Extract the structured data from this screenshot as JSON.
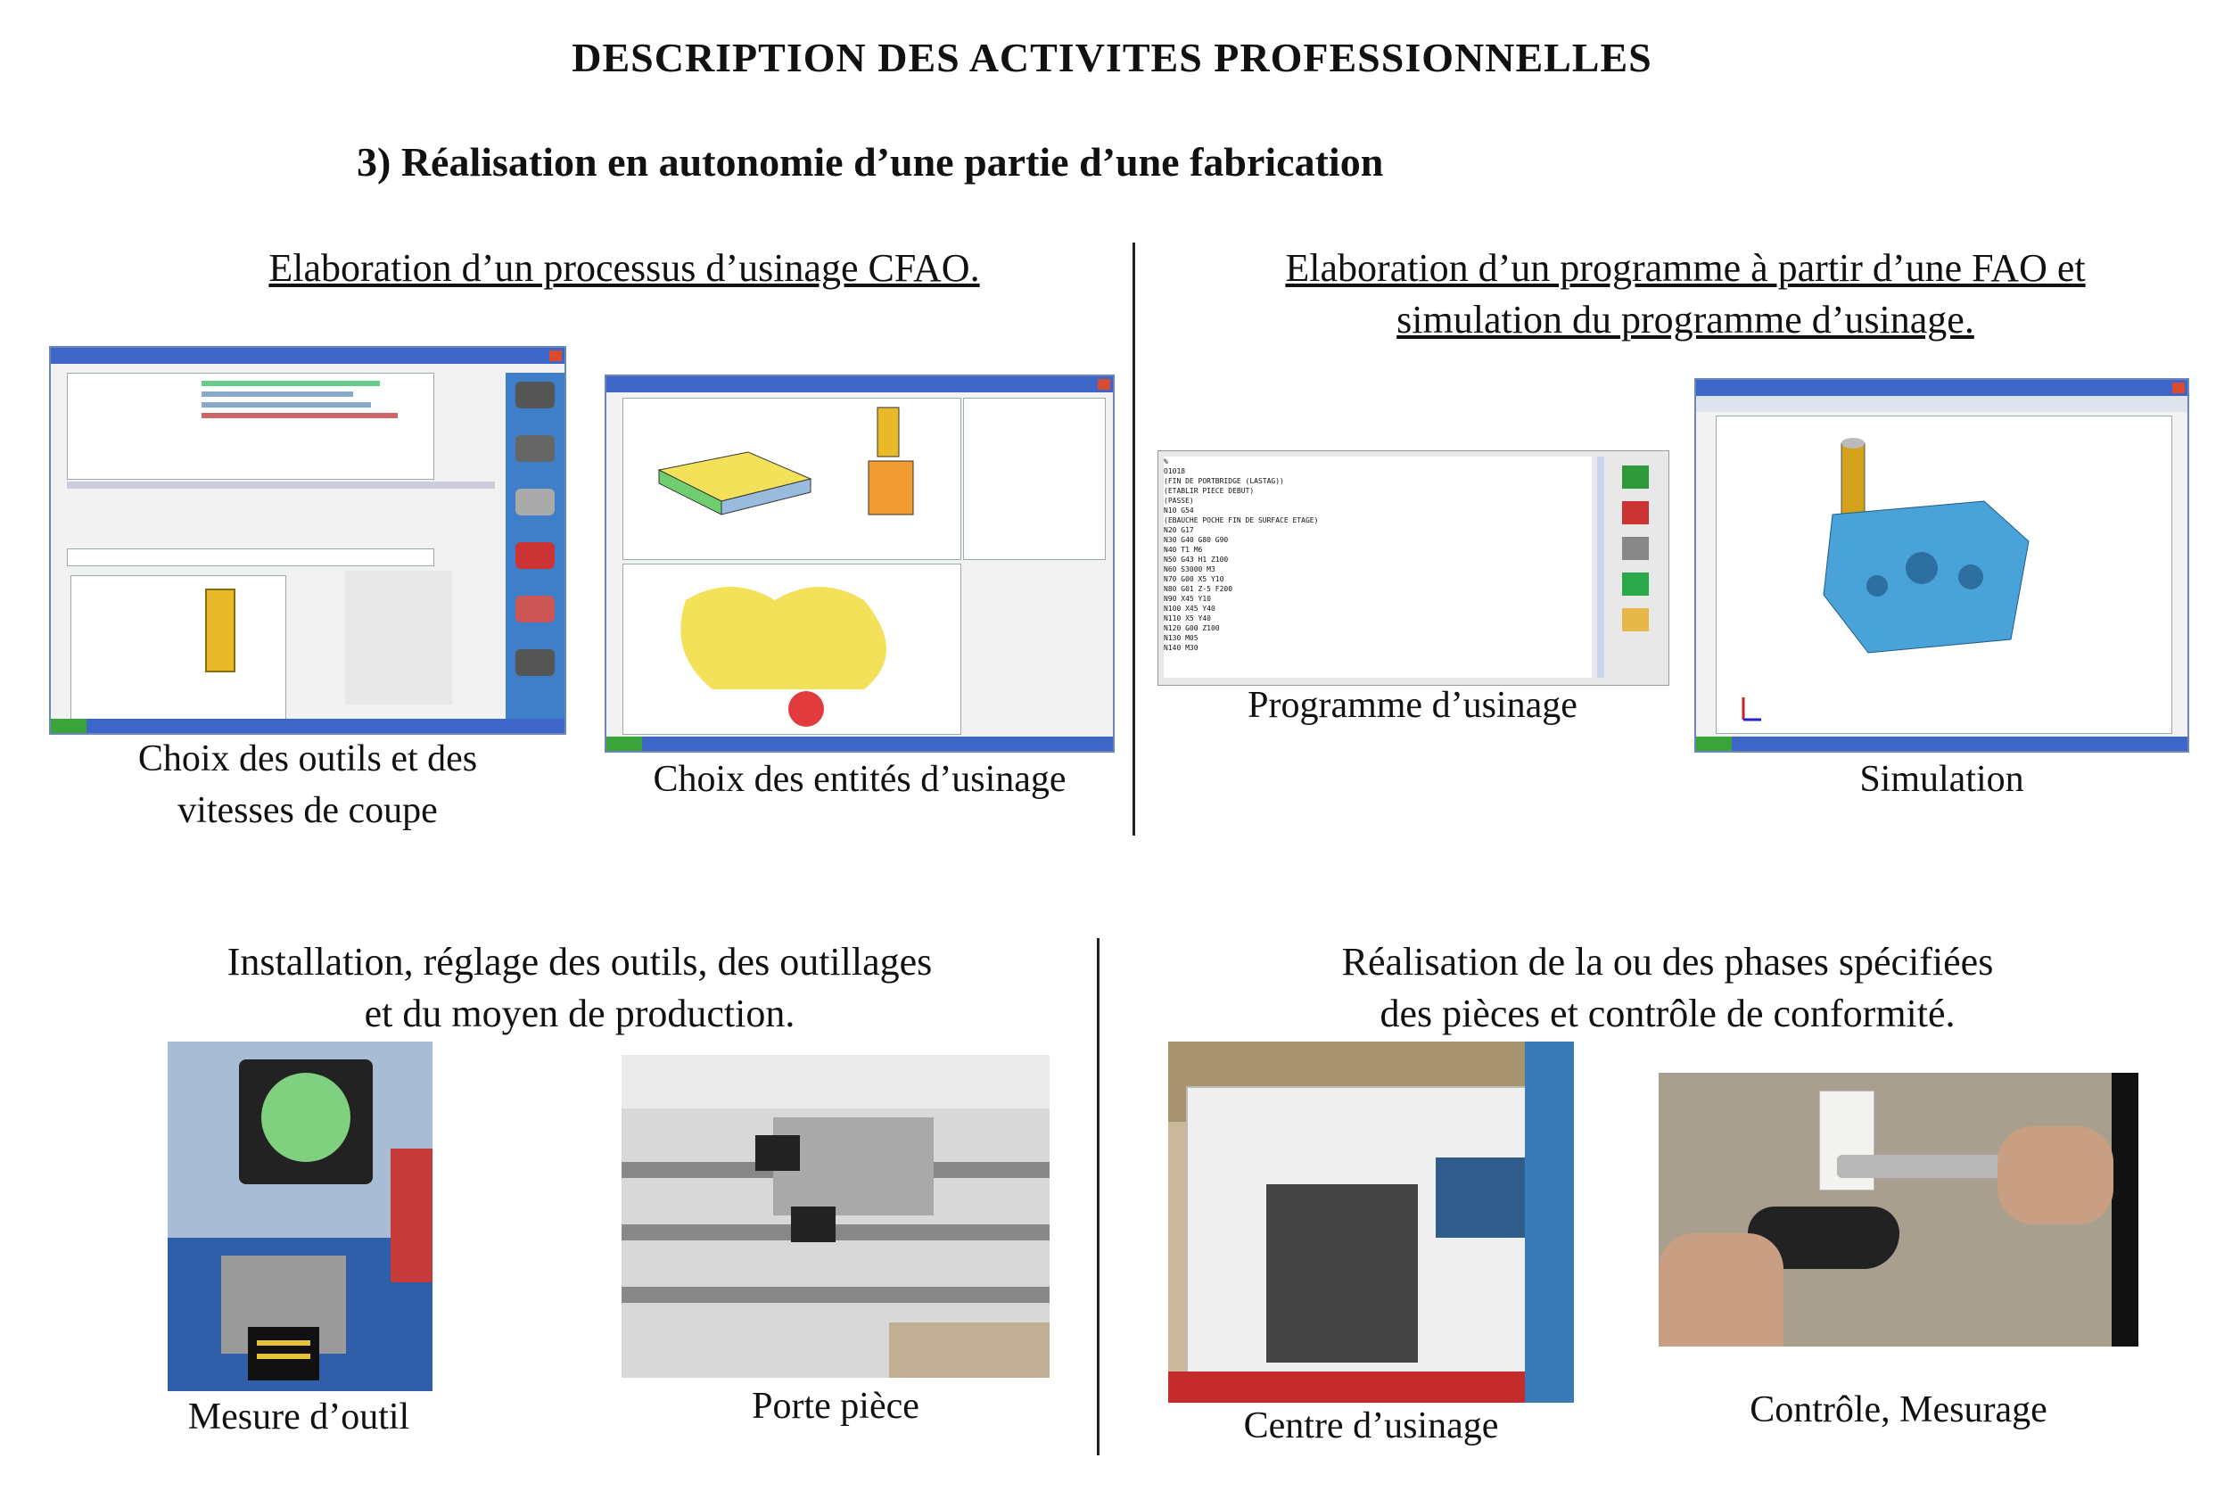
{
  "title": "DESCRIPTION DES ACTIVITES PROFESSIONNELLES",
  "subtitle": "3) Réalisation en autonomie d’une partie d’une fabrication",
  "section_cfao": {
    "heading": "Elaboration d’un processus d’usinage CFAO.",
    "caption_tools_1": "Choix des outils et des",
    "caption_tools_2": "vitesses de coupe",
    "caption_entities": "Choix des entités d’usinage"
  },
  "section_program": {
    "heading_1": "Elaboration d’un programme à partir d’une FAO et",
    "heading_2": "simulation du programme d’usinage.",
    "caption_program": "Programme d’usinage",
    "caption_simulation": "Simulation",
    "program_lines": [
      "%",
      "O1018",
      "(FIN DE PORTBRIDGE (LASTAG))",
      "(ETABLIR PIECE DEBUT)",
      "(PASSE)",
      "N10 G54",
      "(EBAUCHE POCHE FIN DE SURFACE ETAGE)",
      "N20 G17",
      "N30 G40 G80 G90",
      "N40 T1 M6",
      "N50 G43 H1 Z100",
      "N60 S3000 M3",
      "N70 G00 X5 Y10",
      "N80 G01 Z-5 F200",
      "N90 X45 Y10",
      "N100 X45 Y40",
      "N110 X5 Y40",
      "N120 G00 Z100",
      "N130 M05",
      "N140 M30"
    ]
  },
  "section_install": {
    "heading_1": "Installation, réglage des outils, des outillages",
    "heading_2": "et du moyen de production.",
    "caption_measure": "Mesure d’outil",
    "caption_holder": "Porte pièce"
  },
  "section_realisation": {
    "heading_1": "Réalisation de la ou des phases spécifiées",
    "heading_2": "des pièces et contrôle de conformité.",
    "caption_center": "Centre d’usinage",
    "caption_control": "Contrôle, Mesurage"
  },
  "colors": {
    "window_title": "#3d66c8",
    "cad_yellow": "#f3e15a",
    "part_blue": "#4aa3d8",
    "text": "#111111"
  }
}
